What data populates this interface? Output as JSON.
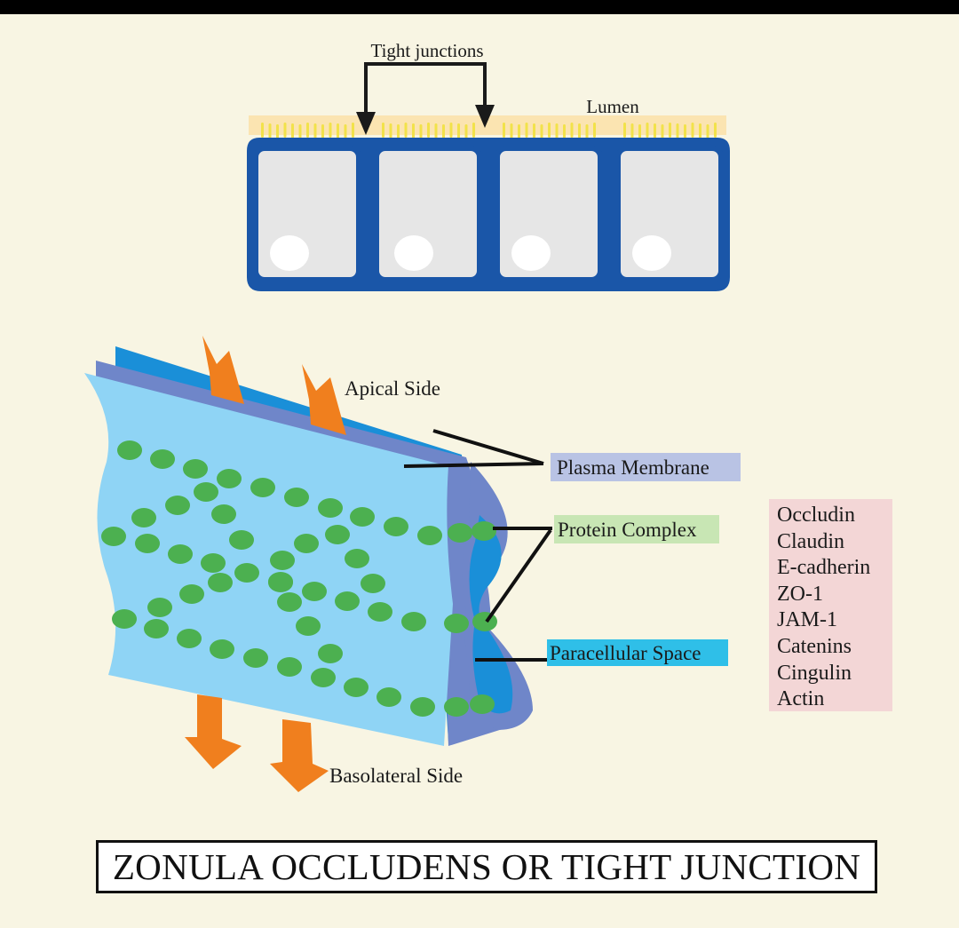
{
  "labels": {
    "tight_junctions": "Tight junctions",
    "lumen": "Lumen",
    "apical_side": "Apical Side",
    "plasma_membrane": "Plasma Membrane",
    "protein_complex": "Protein Complex",
    "paracellular_space": "Paracellular Space",
    "basolateral_side": "Basolateral Side"
  },
  "proteins": [
    "Occludin",
    "Claudin",
    "E-cadherin",
    "ZO-1",
    "JAM-1",
    "Catenins",
    "Cingulin",
    "Actin"
  ],
  "title": "ZONULA OCCLUDENS OR TIGHT JUNCTION",
  "colors": {
    "background": "#f8f5e3",
    "cell_border": "#1a56a8",
    "cell_fill": "#e6e6e6",
    "microvilli": "#f2e24a",
    "membrane_light": "#8fd4f5",
    "membrane_mid": "#6f86c9",
    "membrane_dark": "#1a8fd8",
    "protein": "#4cb050",
    "arrow": "#f07f1e",
    "plasma_label_bg": "#b9c3e4",
    "protein_label_bg": "#c8e6b4",
    "paracellular_label_bg": "#2fbfe8",
    "protein_list_bg": "#f3d6d6"
  }
}
